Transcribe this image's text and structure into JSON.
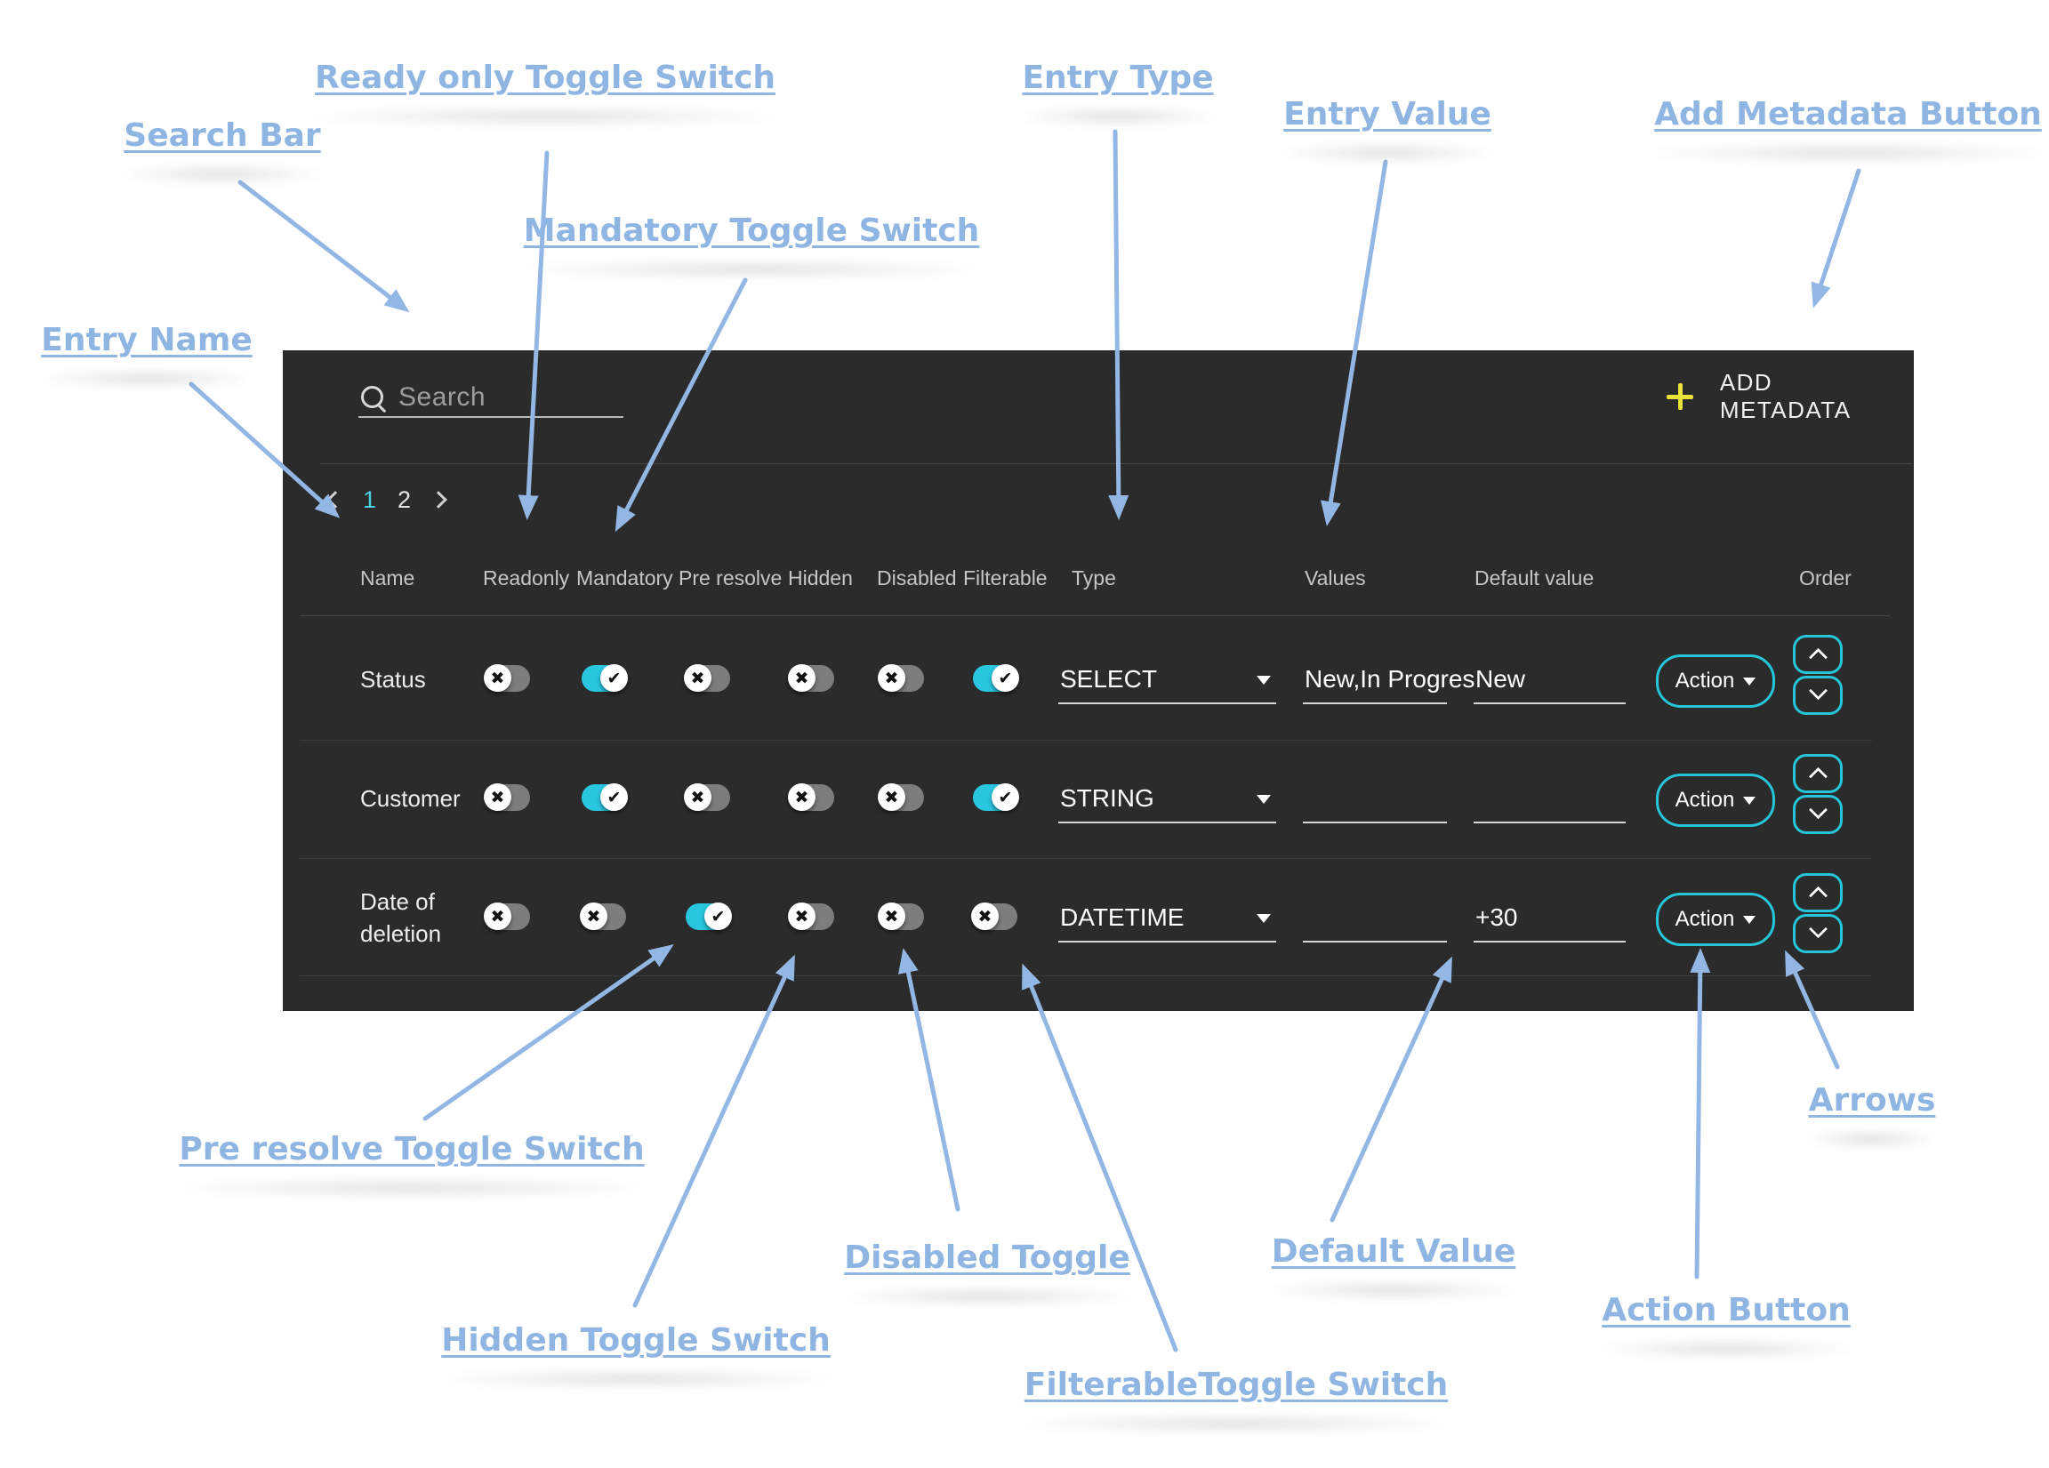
{
  "annotations": {
    "search_bar": "Search Bar",
    "ready_only": "Ready only Toggle Switch",
    "mandatory": "Mandatory Toggle Switch",
    "entry_name": "Entry Name",
    "entry_type": "Entry Type",
    "entry_value": "Entry Value",
    "add_metadata": "Add Metadata  Button",
    "pre_resolve": "Pre resolve Toggle Switch",
    "hidden": "Hidden Toggle Switch",
    "disabled": "Disabled Toggle",
    "filterable": "FilterableToggle Switch",
    "default_value": "Default Value",
    "action_button": "Action Button",
    "arrows": "Arrows"
  },
  "panel": {
    "search": {
      "placeholder": "Search"
    },
    "add_metadata_label": "ADD METADATA",
    "pagination": {
      "page1": "1",
      "page2": "2",
      "active": "1"
    },
    "table": {
      "headers": [
        "Name",
        "Readonly",
        "Mandatory",
        "Pre resolve",
        "Hidden",
        "Disabled",
        "Filterable",
        "Type",
        "Values",
        "Default value",
        "Order"
      ],
      "rows": [
        {
          "name": "Status",
          "toggles": [
            "off",
            "on",
            "off",
            "off",
            "off",
            "on"
          ],
          "type": "SELECT",
          "values": "New,In Progres",
          "default_value": "New",
          "action": "Action"
        },
        {
          "name": "Customer",
          "toggles": [
            "off",
            "on",
            "off",
            "off",
            "off",
            "on"
          ],
          "type": "STRING",
          "values": "",
          "default_value": "",
          "action": "Action"
        },
        {
          "name": "Date of deletion",
          "toggles": [
            "off",
            "off",
            "on",
            "off",
            "off",
            "off"
          ],
          "type": "DATETIME",
          "values": "",
          "default_value": "+30",
          "action": "Action"
        }
      ]
    }
  },
  "icons": {
    "toggle_on_glyph": "✔",
    "toggle_off_glyph": "✖",
    "search": "magnifier-icon",
    "add": "plus-icon",
    "type_dropdown": "triangle-down-icon",
    "order_up": "chevron-up-icon",
    "order_down": "chevron-down-icon",
    "pagination_prev": "chevron-left-icon",
    "pagination_next": "chevron-right-icon"
  },
  "colors": {
    "accent_cyan": "#26c6da",
    "plus_yellow": "#e9e23a",
    "annotation_blue": "#8fb5e2",
    "panel_bg": "#2b2b2b"
  }
}
